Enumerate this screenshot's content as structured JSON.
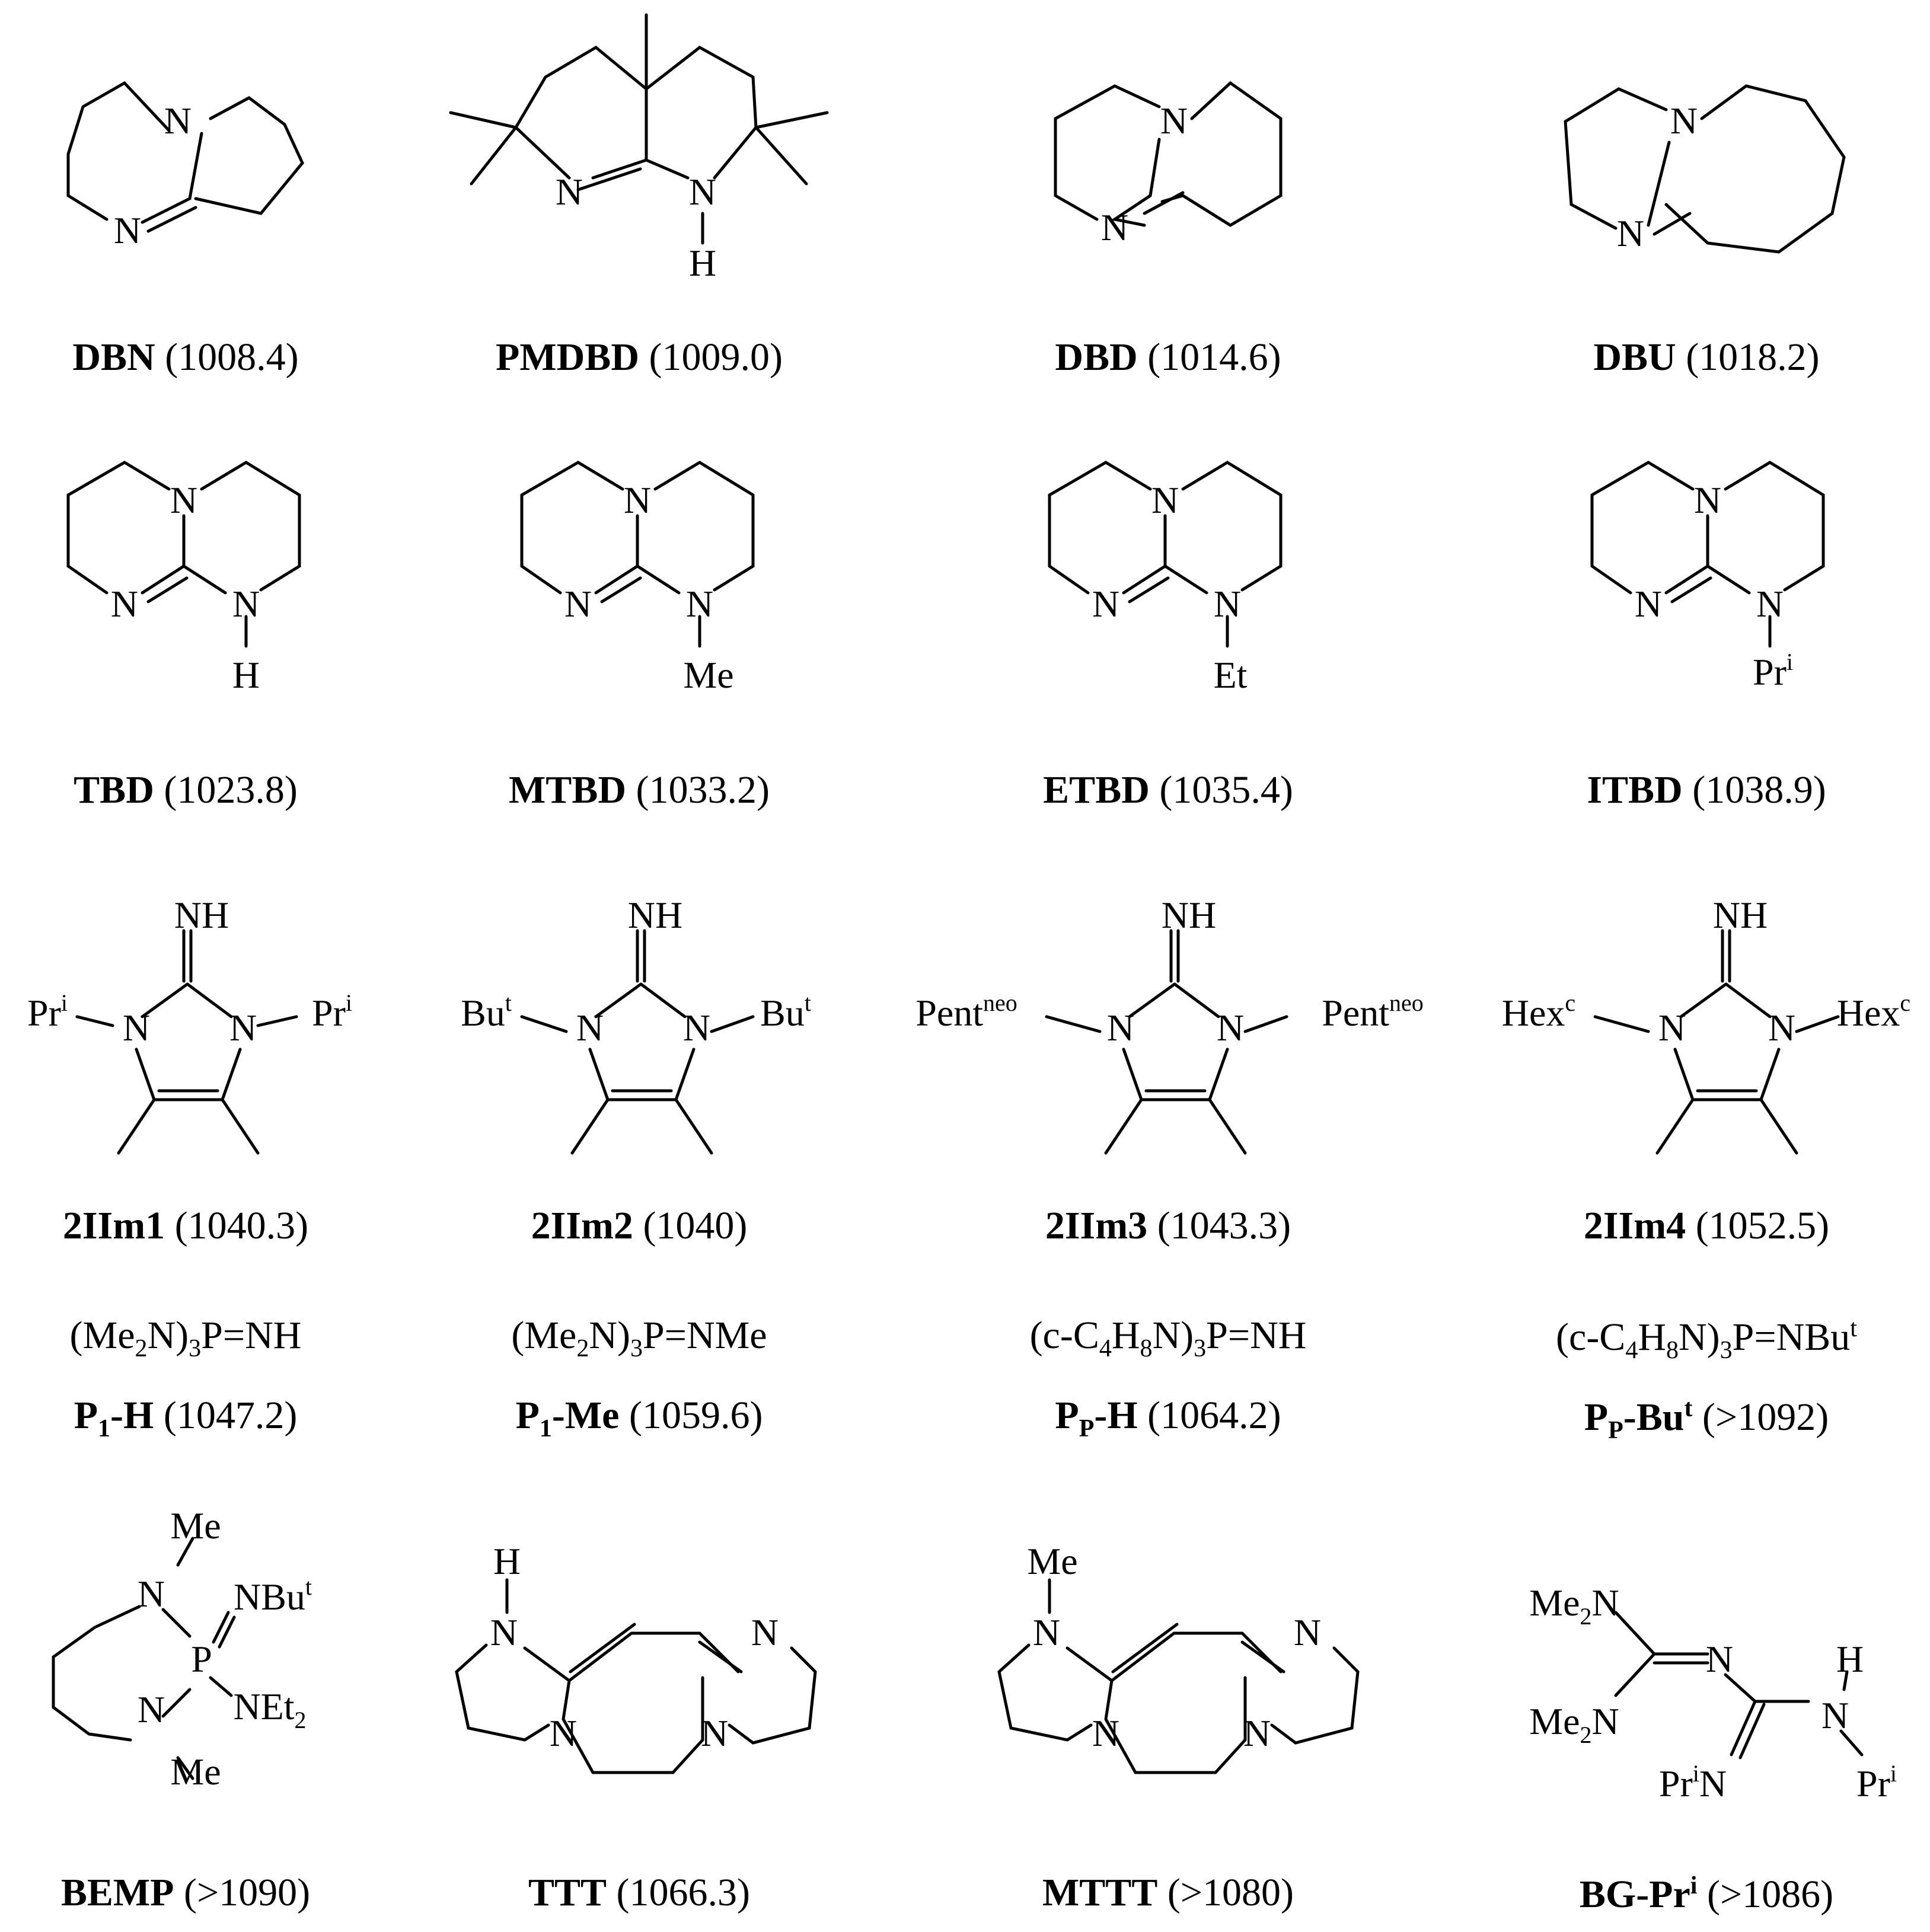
{
  "rows": [
    [
      {
        "name": "DBN",
        "value": "(1008.4)"
      },
      {
        "name": "PMDBD",
        "value": "(1009.0)"
      },
      {
        "name": "DBD",
        "value": "(1014.6)"
      },
      {
        "name": "DBU",
        "value": "(1018.2)"
      }
    ],
    [
      {
        "name": "TBD",
        "value": "(1023.8)"
      },
      {
        "name": "MTBD",
        "value": "(1033.2)"
      },
      {
        "name": "ETBD",
        "value": "(1035.4)"
      },
      {
        "name": "ITBD",
        "value": "(1038.9)"
      }
    ],
    [
      {
        "name": "2IIm1",
        "value": "(1040.3)"
      },
      {
        "name": "2IIm2",
        "value": "(1040)"
      },
      {
        "name": "2IIm3",
        "value": "(1043.3)"
      },
      {
        "name": "2IIm4",
        "value": "(1052.5)"
      }
    ],
    [
      {
        "formula": [
          "(Me",
          "2",
          "N)",
          "3",
          "P=NH"
        ],
        "name": "P",
        "name_sub": "1",
        "name_rest": "-H",
        "value": "(1047.2)"
      },
      {
        "formula": [
          "(Me",
          "2",
          "N)",
          "3",
          "P=NMe"
        ],
        "name": "P",
        "name_sub": "1",
        "name_rest": "-Me",
        "value": "(1059.6)"
      },
      {
        "formula": [
          "(c-C",
          "4",
          "H",
          "8",
          "N)",
          "3",
          "P=NH"
        ],
        "name": "P",
        "name_sub": "P",
        "name_rest": "-H",
        "value": "(1064.2)"
      },
      {
        "formula": [
          "(c-C",
          "4",
          "H",
          "8",
          "N)",
          "3",
          "P=NBu",
          "t"
        ],
        "name": "P",
        "name_sub": "P",
        "name_rest": "-Bu",
        "name_sup": "t",
        "value": "(>1092)"
      }
    ],
    [
      {
        "name": "BEMP",
        "value": "(>1090)"
      },
      {
        "name": "TTT",
        "value": "(1066.3)"
      },
      {
        "name": "MTTT",
        "value": "(>1080)"
      },
      {
        "name": "BG-Pr",
        "name_sup": "i",
        "value": "(>1086)"
      }
    ]
  ],
  "atom_labels": {
    "N": "N",
    "H": "H",
    "NH": "NH",
    "Me": "Me",
    "Et": "Et",
    "Pr": "Pr",
    "i": "i",
    "Bu": "Bu",
    "t": "t",
    "Pent": "Pent",
    "neo": "neo",
    "Hex": "Hex",
    "c": "c",
    "NBu": "NBu",
    "NEt": "NEt",
    "2": "2",
    "P": "P",
    "Me2N_me": "Me",
    "Me2N_2": "2",
    "Me2N_n": "N",
    "PrN_pr": "Pr",
    "PrN_n": "N"
  },
  "colors": {
    "ink": "#000000",
    "background": "#ffffff"
  }
}
